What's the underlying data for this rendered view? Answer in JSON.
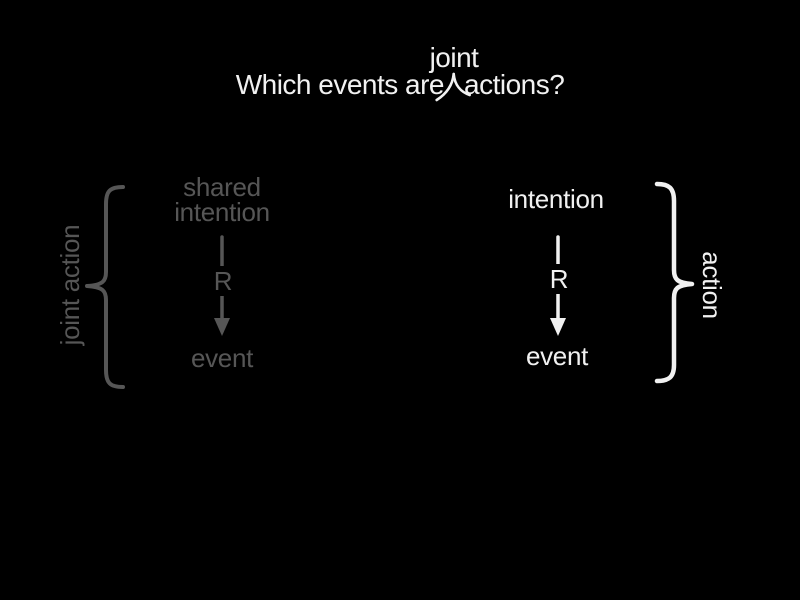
{
  "colors": {
    "background": "#000000",
    "dim": "#565656",
    "bright": "#f1f1f1"
  },
  "title": {
    "prefix": "Which events are",
    "suffix": "actions?",
    "inserted_word": "joint"
  },
  "left_diagram": {
    "top_label_line1": "shared",
    "top_label_line2": "intention",
    "relation_label": "R",
    "bottom_label": "event",
    "brace_label": "joint action"
  },
  "right_diagram": {
    "top_label": "intention",
    "relation_label": "R",
    "bottom_label": "event",
    "brace_label": "action"
  }
}
